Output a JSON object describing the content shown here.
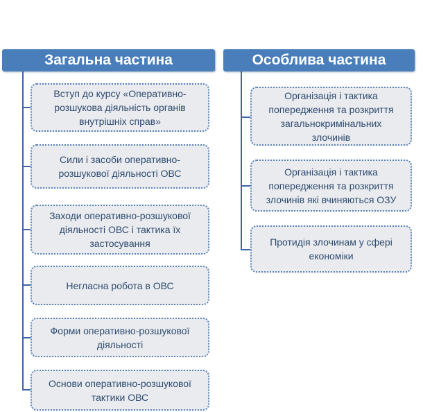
{
  "general": {
    "title": "Загальна частина",
    "items": [
      "Вступ до курсу «Оперативно-розшукова діяльність органів внутрішніх справ»",
      "Сили і засоби оперативно-розшукової діяльності ОВС",
      "Заходи оперативно-розшукової діяльності ОВС і тактика їх застосування",
      "Негласна робота в ОВС",
      "Форми оперативно-розшукової діяльності",
      "Основи оперативно-розшукової тактики ОВС"
    ]
  },
  "special": {
    "title": "Особлива частина",
    "items": [
      "Організація і тактика попередження та розкриття загальнокримінальних злочинів",
      "Організація і тактика попередження та розкриття злочинів які вчиняються ОЗУ",
      "Протидія злочинам у сфері економіки"
    ]
  }
}
